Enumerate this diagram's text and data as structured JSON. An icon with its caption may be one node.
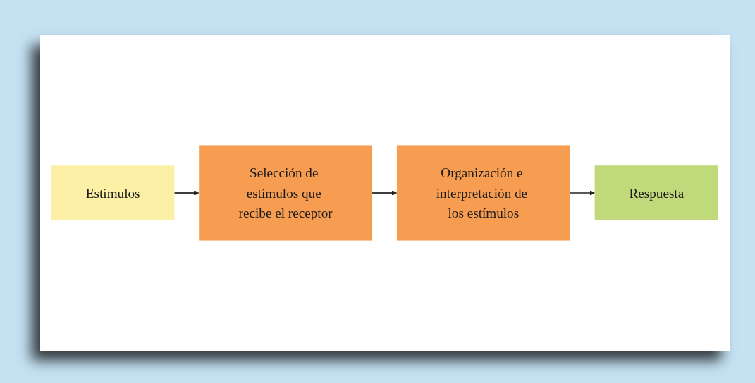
{
  "diagram": {
    "nodes": [
      {
        "text": [
          "Estímulos"
        ]
      },
      {
        "text": [
          "Selección de estímulos que recibe el receptor"
        ]
      },
      {
        "text": [
          "Organización e interpretación de los estímulos"
        ]
      },
      {
        "text": [
          "Respuesta"
        ]
      }
    ],
    "edges": [
      {
        "from": 0,
        "to": 1,
        "arrow": "to"
      },
      {
        "from": 1,
        "to": 2,
        "arrow": "to"
      },
      {
        "from": 2,
        "to": 3,
        "arrow": "to"
      }
    ]
  }
}
